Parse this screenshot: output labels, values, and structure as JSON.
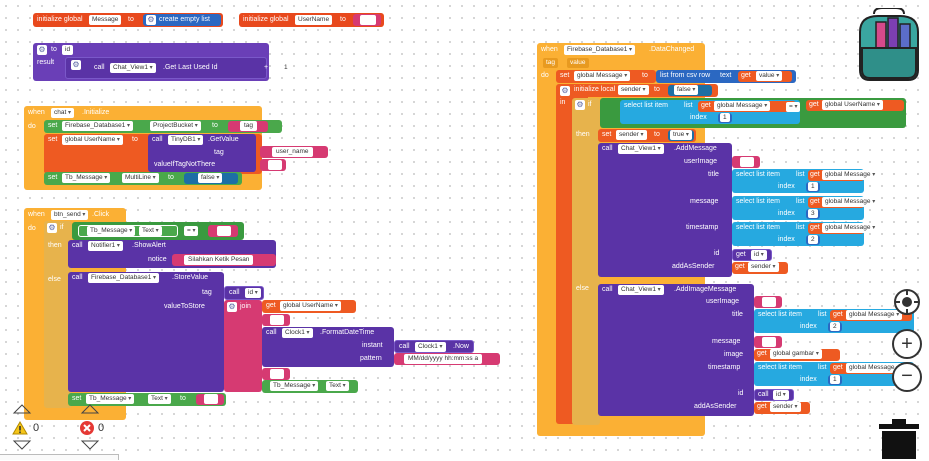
{
  "top": {
    "g1": {
      "kw": "initialize global",
      "name": "Message",
      "to": "to",
      "val": "create empty list"
    },
    "g2": {
      "kw": "initialize global",
      "name": "UserName",
      "to": "to"
    }
  },
  "proc": {
    "to": "to",
    "name": "id",
    "result": "result",
    "call": "call",
    "comp": "Chat_View1",
    "method": ".Get Last Used Id",
    "plus": "+",
    "one": "1"
  },
  "init": {
    "when": "when",
    "comp": "chat",
    "ev": ".Initialize",
    "do": "do",
    "set": "set",
    "fb": "Firebase_Database1",
    "prop": "ProjectBucket",
    "to": "to",
    "tag": "tag",
    "set2": "set",
    "gv": "global UserName",
    "to2": "to",
    "call": "call",
    "tdb": "TinyDB1",
    "gm": ".GetValue",
    "tagl": "tag",
    "tagv": "user_name",
    "vitn": "valueIfTagNotThere",
    "set3": "set",
    "tb": "Tb_Message",
    "ml": "MultiLine",
    "to3": "to",
    "false": "false"
  },
  "send": {
    "when": "when",
    "comp": "btn_send",
    "ev": ".Click",
    "do": "do",
    "if": "if",
    "tb": "Tb_Message",
    "text": "Text",
    "eq": "=",
    "then": "then",
    "call": "call",
    "noti": "Notifier1",
    "sa": ".ShowAlert",
    "notice": "notice",
    "msg": "Silahkan Ketik Pesan",
    "else": "else",
    "call2": "call",
    "fb": "Firebase_Database1",
    "sv": ".StoreValue",
    "tag": "tag",
    "call3": "call",
    "id": "id",
    "vts": "valueToStore",
    "join": "join",
    "get": "get",
    "gun": "global UserName",
    "call4": "call",
    "clock": "Clock1",
    "fdt": ".FormatDateTime",
    "instant": "instant",
    "call5": "call",
    "clock2": "Clock1",
    "now": ".Now",
    "pattern": "pattern",
    "pat": "MM/dd/yyyy hh:mm:ss a",
    "tb2": "Tb_Message",
    "text2": "Text",
    "set": "set",
    "tb3": "Tb_Message",
    "text3": "Text",
    "to": "to"
  },
  "dc": {
    "when": "when",
    "fb": "Firebase_Database1",
    "ev": ".DataChanged",
    "tag": "tag",
    "value": "value",
    "do": "do",
    "set": "set",
    "gm": "global Message",
    "to": "to",
    "lfcr": "list from csv row",
    "text": "text",
    "get": "get",
    "val": "value",
    "il": "initialize local",
    "sender": "sender",
    "to2": "to",
    "false": "false",
    "in": "in",
    "if": "if",
    "sli": "select list item",
    "list": "list",
    "get2": "get",
    "gm2": "global Message",
    "eq": "=",
    "get3": "get",
    "gun": "global UserName",
    "index": "index",
    "one": "1",
    "then": "then",
    "set2": "set",
    "sender2": "sender",
    "to3": "to",
    "true": "true",
    "call": "call",
    "cv": "Chat_View1",
    "am": ".AddMessage",
    "ui": "userImage",
    "title": "title",
    "message": "message",
    "timestamp": "timestamp",
    "id": "id",
    "aas": "addAsSender",
    "sli2": "select list item",
    "list2": "list",
    "get4": "get",
    "gm3": "global Message",
    "index2": "index",
    "n1": "1",
    "sli3": "select list item",
    "list3": "list",
    "get5": "get",
    "gm4": "global Message",
    "index3": "index",
    "n3": "3",
    "sli4": "select list item",
    "list4": "list",
    "get6": "get",
    "gm5": "global Message",
    "index4": "index",
    "n2": "2",
    "get7": "get",
    "idv": "id",
    "get8": "get",
    "senderv": "sender",
    "else": "else",
    "call2": "call",
    "cv2": "Chat_View1",
    "aim": ".AddImageMessage",
    "ui2": "userImage",
    "title2": "title",
    "message2": "message",
    "image": "image",
    "timestamp2": "timestamp",
    "id2": "id",
    "aas2": "addAsSender",
    "sli5": "select list item",
    "list5": "list",
    "get9": "get",
    "gm6": "global Message",
    "index5": "index",
    "n2b": "2",
    "get10": "get",
    "gg": "global gambar",
    "sli6": "select list item",
    "list6": "list",
    "get11": "get",
    "gm7": "global Message",
    "index6": "index",
    "n1b": "1",
    "call3": "call",
    "idv2": "id",
    "get12": "get",
    "senderv2": "sender"
  },
  "status": {
    "warnings": "0",
    "errors": "0"
  }
}
